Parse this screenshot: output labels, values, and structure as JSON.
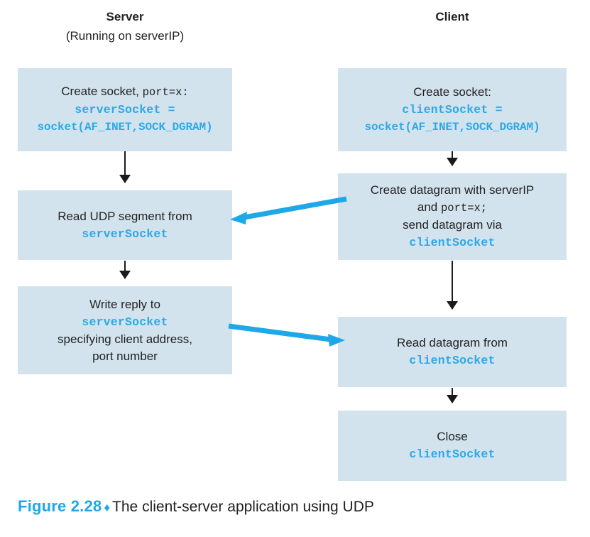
{
  "figure": {
    "label": "Figure 2.28",
    "diamond": "♦",
    "caption": "The client-server application using UDP"
  },
  "colors": {
    "box_fill": "#d2e3ee",
    "code_blue": "#2ea8e6",
    "arrow_blue": "#1fa8e8",
    "arrow_black": "#1a1a1a",
    "text": "#231f20"
  },
  "columns": {
    "server": {
      "title": "Server",
      "subtitle": "(Running on serverIP)"
    },
    "client": {
      "title": "Client"
    }
  },
  "server_steps": [
    {
      "name": "create-socket",
      "l1": "Create  socket, ",
      "l1_code": "port=x:",
      "l2_code": "serverSocket =",
      "l3_code": "socket(AF_INET,SOCK_DGRAM)"
    },
    {
      "name": "read-udp-segment",
      "l1": "Read UDP segment from",
      "l2_code": "serverSocket"
    },
    {
      "name": "write-reply",
      "l1": "Write reply to",
      "l2_code": "serverSocket",
      "l3": "specifying client address,",
      "l4": "port number"
    }
  ],
  "client_steps": [
    {
      "name": "create-socket",
      "l1": "Create socket:",
      "l2_code": "clientSocket =",
      "l3_code": "socket(AF_INET,SOCK_DGRAM)"
    },
    {
      "name": "create-datagram",
      "l1": "Create datagram with serverIP",
      "l2a": "and ",
      "l2_code": "port=x;",
      "l3": "send datagram via",
      "l4_code": "clientSocket"
    },
    {
      "name": "read-datagram",
      "l1": "Read datagram from",
      "l2_code": "clientSocket"
    },
    {
      "name": "close-socket",
      "l1": "Close",
      "l2_code": "clientSocket"
    }
  ],
  "message_arrows": [
    {
      "name": "client-to-server-datagram",
      "direction": "left"
    },
    {
      "name": "server-to-client-reply",
      "direction": "right"
    }
  ]
}
